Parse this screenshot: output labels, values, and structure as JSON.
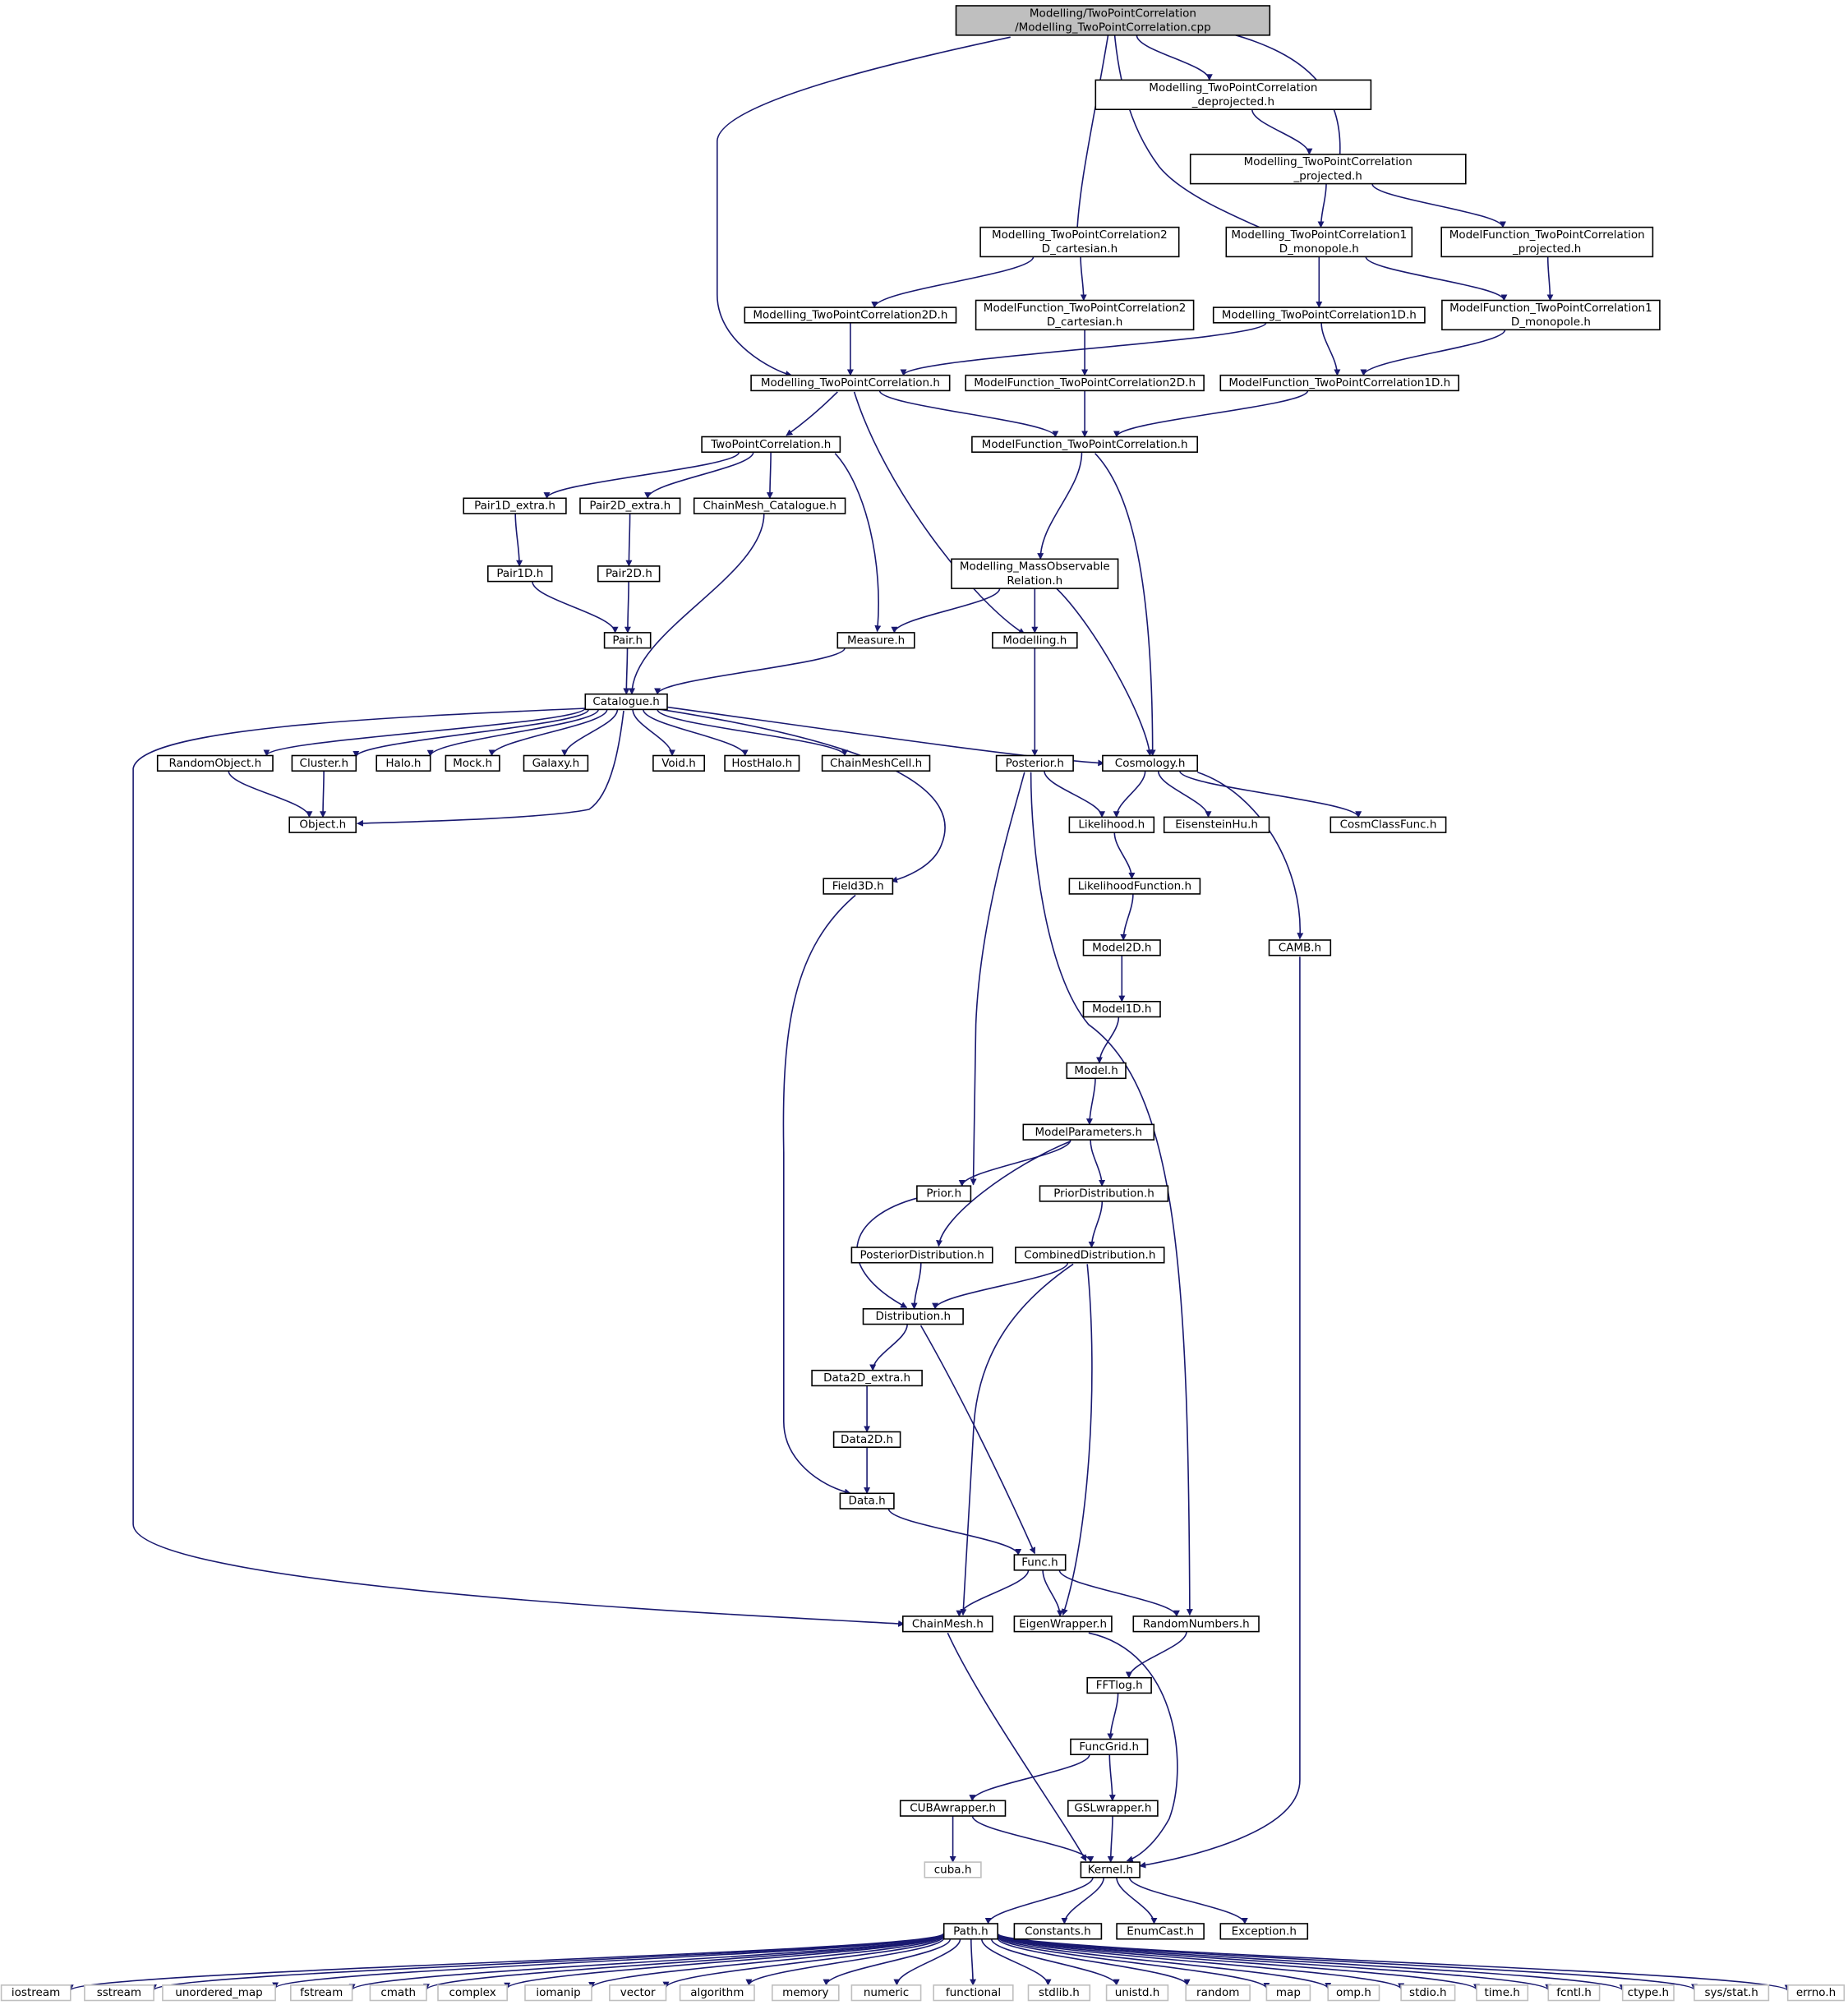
{
  "colors": {
    "edge": "#191970",
    "node_border": "#000000",
    "node_fill": "#ffffff",
    "root_fill": "#bfbfbf",
    "external_border": "#bfbfbf"
  },
  "nodes": {
    "root": {
      "lines": [
        "Modelling/TwoPointCorrelation",
        "/Modelling_TwoPointCorrelation.cpp"
      ],
      "kind": "root"
    },
    "mtpc_deproj": {
      "lines": [
        "Modelling_TwoPointCorrelation",
        "_deprojected.h"
      ]
    },
    "mtpc_proj": {
      "lines": [
        "Modelling_TwoPointCorrelation",
        "_projected.h"
      ]
    },
    "mtpc2d_cart": {
      "lines": [
        "Modelling_TwoPointCorrelation2",
        "D_cartesian.h"
      ]
    },
    "mtpc1d_mono": {
      "lines": [
        "Modelling_TwoPointCorrelation1",
        "D_monopole.h"
      ]
    },
    "mf_proj": {
      "lines": [
        "ModelFunction_TwoPointCorrelation",
        "_projected.h"
      ]
    },
    "mtpc2d": {
      "lines": [
        "Modelling_TwoPointCorrelation2D.h"
      ]
    },
    "mf2d_cart": {
      "lines": [
        "ModelFunction_TwoPointCorrelation2",
        "D_cartesian.h"
      ]
    },
    "mtpc1d": {
      "lines": [
        "Modelling_TwoPointCorrelation1D.h"
      ]
    },
    "mf1d_mono": {
      "lines": [
        "ModelFunction_TwoPointCorrelation1",
        "D_monopole.h"
      ]
    },
    "mtpc": {
      "lines": [
        "Modelling_TwoPointCorrelation.h"
      ]
    },
    "mf2d": {
      "lines": [
        "ModelFunction_TwoPointCorrelation2D.h"
      ]
    },
    "mf1d": {
      "lines": [
        "ModelFunction_TwoPointCorrelation1D.h"
      ]
    },
    "tpc": {
      "lines": [
        "TwoPointCorrelation.h"
      ]
    },
    "mf": {
      "lines": [
        "ModelFunction_TwoPointCorrelation.h"
      ]
    },
    "pair1dx": {
      "lines": [
        "Pair1D_extra.h"
      ]
    },
    "pair2dx": {
      "lines": [
        "Pair2D_extra.h"
      ]
    },
    "cmcat": {
      "lines": [
        "ChainMesh_Catalogue.h"
      ]
    },
    "mmor": {
      "lines": [
        "Modelling_MassObservable",
        "Relation.h"
      ]
    },
    "pair1d": {
      "lines": [
        "Pair1D.h"
      ]
    },
    "pair2d": {
      "lines": [
        "Pair2D.h"
      ]
    },
    "pair": {
      "lines": [
        "Pair.h"
      ]
    },
    "measure": {
      "lines": [
        "Measure.h"
      ]
    },
    "modelling": {
      "lines": [
        "Modelling.h"
      ]
    },
    "catalogue": {
      "lines": [
        "Catalogue.h"
      ]
    },
    "randobj": {
      "lines": [
        "RandomObject.h"
      ]
    },
    "cluster": {
      "lines": [
        "Cluster.h"
      ]
    },
    "halo": {
      "lines": [
        "Halo.h"
      ]
    },
    "mock": {
      "lines": [
        "Mock.h"
      ]
    },
    "galaxy": {
      "lines": [
        "Galaxy.h"
      ]
    },
    "void": {
      "lines": [
        "Void.h"
      ]
    },
    "hosthalo": {
      "lines": [
        "HostHalo.h"
      ]
    },
    "cmcell": {
      "lines": [
        "ChainMeshCell.h"
      ]
    },
    "posterior": {
      "lines": [
        "Posterior.h"
      ]
    },
    "cosmology": {
      "lines": [
        "Cosmology.h"
      ]
    },
    "object": {
      "lines": [
        "Object.h"
      ]
    },
    "likelihood": {
      "lines": [
        "Likelihood.h"
      ]
    },
    "eisenstein": {
      "lines": [
        "EisensteinHu.h"
      ]
    },
    "cosmclass": {
      "lines": [
        "CosmClassFunc.h"
      ]
    },
    "field3d": {
      "lines": [
        "Field3D.h"
      ]
    },
    "likefunc": {
      "lines": [
        "LikelihoodFunction.h"
      ]
    },
    "model2d": {
      "lines": [
        "Model2D.h"
      ]
    },
    "camb": {
      "lines": [
        "CAMB.h"
      ]
    },
    "model1d": {
      "lines": [
        "Model1D.h"
      ]
    },
    "model": {
      "lines": [
        "Model.h"
      ]
    },
    "modelparams": {
      "lines": [
        "ModelParameters.h"
      ]
    },
    "prior": {
      "lines": [
        "Prior.h"
      ]
    },
    "priordist": {
      "lines": [
        "PriorDistribution.h"
      ]
    },
    "postdist": {
      "lines": [
        "PosteriorDistribution.h"
      ]
    },
    "combdist": {
      "lines": [
        "CombinedDistribution.h"
      ]
    },
    "distribution": {
      "lines": [
        "Distribution.h"
      ]
    },
    "data2dx": {
      "lines": [
        "Data2D_extra.h"
      ]
    },
    "data2d": {
      "lines": [
        "Data2D.h"
      ]
    },
    "data": {
      "lines": [
        "Data.h"
      ]
    },
    "func": {
      "lines": [
        "Func.h"
      ]
    },
    "chainmesh": {
      "lines": [
        "ChainMesh.h"
      ]
    },
    "eigen": {
      "lines": [
        "EigenWrapper.h"
      ]
    },
    "randnum": {
      "lines": [
        "RandomNumbers.h"
      ]
    },
    "fftlog": {
      "lines": [
        "FFTlog.h"
      ]
    },
    "funcgrid": {
      "lines": [
        "FuncGrid.h"
      ]
    },
    "cuba_w": {
      "lines": [
        "CUBAwrapper.h"
      ]
    },
    "gsl_w": {
      "lines": [
        "GSLwrapper.h"
      ]
    },
    "cuba": {
      "lines": [
        "cuba.h"
      ],
      "kind": "external"
    },
    "kernel": {
      "lines": [
        "Kernel.h"
      ]
    },
    "path": {
      "lines": [
        "Path.h"
      ]
    },
    "constants": {
      "lines": [
        "Constants.h"
      ]
    },
    "enumcast": {
      "lines": [
        "EnumCast.h"
      ]
    },
    "exception": {
      "lines": [
        "Exception.h"
      ]
    },
    "iostream": {
      "lines": [
        "iostream"
      ],
      "kind": "external"
    },
    "sstream": {
      "lines": [
        "sstream"
      ],
      "kind": "external"
    },
    "unordered_map": {
      "lines": [
        "unordered_map"
      ],
      "kind": "external"
    },
    "fstream": {
      "lines": [
        "fstream"
      ],
      "kind": "external"
    },
    "cmath": {
      "lines": [
        "cmath"
      ],
      "kind": "external"
    },
    "complex": {
      "lines": [
        "complex"
      ],
      "kind": "external"
    },
    "iomanip": {
      "lines": [
        "iomanip"
      ],
      "kind": "external"
    },
    "vector": {
      "lines": [
        "vector"
      ],
      "kind": "external"
    },
    "algorithm": {
      "lines": [
        "algorithm"
      ],
      "kind": "external"
    },
    "memory": {
      "lines": [
        "memory"
      ],
      "kind": "external"
    },
    "numeric": {
      "lines": [
        "numeric"
      ],
      "kind": "external"
    },
    "functional": {
      "lines": [
        "functional"
      ],
      "kind": "external"
    },
    "stdlib": {
      "lines": [
        "stdlib.h"
      ],
      "kind": "external"
    },
    "unistd": {
      "lines": [
        "unistd.h"
      ],
      "kind": "external"
    },
    "random": {
      "lines": [
        "random"
      ],
      "kind": "external"
    },
    "map": {
      "lines": [
        "map"
      ],
      "kind": "external"
    },
    "omp": {
      "lines": [
        "omp.h"
      ],
      "kind": "external"
    },
    "stdio": {
      "lines": [
        "stdio.h"
      ],
      "kind": "external"
    },
    "time": {
      "lines": [
        "time.h"
      ],
      "kind": "external"
    },
    "fcntl": {
      "lines": [
        "fcntl.h"
      ],
      "kind": "external"
    },
    "ctype": {
      "lines": [
        "ctype.h"
      ],
      "kind": "external"
    },
    "sysstat": {
      "lines": [
        "sys/stat.h"
      ],
      "kind": "external"
    },
    "errno": {
      "lines": [
        "errno.h"
      ],
      "kind": "external"
    }
  },
  "edges": [
    [
      "root",
      "mtpc_deproj"
    ],
    [
      "root",
      "mtpc_proj"
    ],
    [
      "root",
      "mtpc2d_cart"
    ],
    [
      "root",
      "mtpc1d_mono"
    ],
    [
      "root",
      "mtpc"
    ],
    [
      "mtpc_deproj",
      "mtpc_proj"
    ],
    [
      "mtpc_proj",
      "mtpc1d_mono"
    ],
    [
      "mtpc_proj",
      "mf_proj"
    ],
    [
      "mtpc2d_cart",
      "mtpc2d"
    ],
    [
      "mtpc2d_cart",
      "mf2d_cart"
    ],
    [
      "mtpc1d_mono",
      "mtpc1d"
    ],
    [
      "mtpc1d_mono",
      "mf1d_mono"
    ],
    [
      "mf_proj",
      "mf1d_mono"
    ],
    [
      "mtpc2d",
      "mtpc"
    ],
    [
      "mf2d_cart",
      "mf2d"
    ],
    [
      "mtpc1d",
      "mtpc"
    ],
    [
      "mtpc1d",
      "mf1d"
    ],
    [
      "mf1d_mono",
      "mf1d"
    ],
    [
      "mtpc",
      "tpc"
    ],
    [
      "mtpc",
      "mf"
    ],
    [
      "mtpc",
      "modelling"
    ],
    [
      "mf2d",
      "mf"
    ],
    [
      "mf1d",
      "mf"
    ],
    [
      "tpc",
      "pair1dx"
    ],
    [
      "tpc",
      "pair2dx"
    ],
    [
      "tpc",
      "cmcat"
    ],
    [
      "tpc",
      "measure"
    ],
    [
      "mf",
      "mmor"
    ],
    [
      "mf",
      "cosmology"
    ],
    [
      "pair1dx",
      "pair1d"
    ],
    [
      "pair2dx",
      "pair2d"
    ],
    [
      "cmcat",
      "catalogue"
    ],
    [
      "mmor",
      "measure"
    ],
    [
      "mmor",
      "modelling"
    ],
    [
      "mmor",
      "cosmology"
    ],
    [
      "pair1d",
      "pair"
    ],
    [
      "pair2d",
      "pair"
    ],
    [
      "pair",
      "catalogue"
    ],
    [
      "measure",
      "catalogue"
    ],
    [
      "modelling",
      "posterior"
    ],
    [
      "catalogue",
      "randobj"
    ],
    [
      "catalogue",
      "cluster"
    ],
    [
      "catalogue",
      "halo"
    ],
    [
      "catalogue",
      "mock"
    ],
    [
      "catalogue",
      "galaxy"
    ],
    [
      "catalogue",
      "void"
    ],
    [
      "catalogue",
      "hosthalo"
    ],
    [
      "catalogue",
      "cmcell"
    ],
    [
      "catalogue",
      "cosmology"
    ],
    [
      "catalogue",
      "object"
    ],
    [
      "catalogue",
      "field3d"
    ],
    [
      "catalogue",
      "chainmesh"
    ],
    [
      "randobj",
      "object"
    ],
    [
      "cluster",
      "object"
    ],
    [
      "posterior",
      "likelihood"
    ],
    [
      "posterior",
      "prior"
    ],
    [
      "posterior",
      "randnum"
    ],
    [
      "cosmology",
      "likelihood"
    ],
    [
      "cosmology",
      "eisenstein"
    ],
    [
      "cosmology",
      "cosmclass"
    ],
    [
      "cosmology",
      "camb"
    ],
    [
      "likelihood",
      "likefunc"
    ],
    [
      "likefunc",
      "model2d"
    ],
    [
      "model2d",
      "model1d"
    ],
    [
      "model1d",
      "model"
    ],
    [
      "model",
      "modelparams"
    ],
    [
      "modelparams",
      "prior"
    ],
    [
      "modelparams",
      "priordist"
    ],
    [
      "modelparams",
      "postdist"
    ],
    [
      "priordist",
      "combdist"
    ],
    [
      "prior",
      "distribution"
    ],
    [
      "postdist",
      "distribution"
    ],
    [
      "combdist",
      "distribution"
    ],
    [
      "combdist",
      "chainmesh"
    ],
    [
      "combdist",
      "eigen"
    ],
    [
      "distribution",
      "data2dx"
    ],
    [
      "distribution",
      "func"
    ],
    [
      "data2dx",
      "data2d"
    ],
    [
      "data2d",
      "data"
    ],
    [
      "field3d",
      "data"
    ],
    [
      "data",
      "func"
    ],
    [
      "func",
      "chainmesh"
    ],
    [
      "func",
      "eigen"
    ],
    [
      "func",
      "randnum"
    ],
    [
      "randnum",
      "fftlog"
    ],
    [
      "fftlog",
      "funcgrid"
    ],
    [
      "funcgrid",
      "cuba_w"
    ],
    [
      "funcgrid",
      "gsl_w"
    ],
    [
      "cuba_w",
      "cuba"
    ],
    [
      "cuba_w",
      "kernel"
    ],
    [
      "gsl_w",
      "kernel"
    ],
    [
      "chainmesh",
      "kernel"
    ],
    [
      "eigen",
      "kernel"
    ],
    [
      "camb",
      "kernel"
    ],
    [
      "kernel",
      "path"
    ],
    [
      "kernel",
      "constants"
    ],
    [
      "kernel",
      "enumcast"
    ],
    [
      "kernel",
      "exception"
    ],
    [
      "path",
      "iostream"
    ],
    [
      "path",
      "sstream"
    ],
    [
      "path",
      "unordered_map"
    ],
    [
      "path",
      "fstream"
    ],
    [
      "path",
      "cmath"
    ],
    [
      "path",
      "complex"
    ],
    [
      "path",
      "iomanip"
    ],
    [
      "path",
      "vector"
    ],
    [
      "path",
      "algorithm"
    ],
    [
      "path",
      "memory"
    ],
    [
      "path",
      "numeric"
    ],
    [
      "path",
      "functional"
    ],
    [
      "path",
      "stdlib"
    ],
    [
      "path",
      "unistd"
    ],
    [
      "path",
      "random"
    ],
    [
      "path",
      "map"
    ],
    [
      "path",
      "omp"
    ],
    [
      "path",
      "stdio"
    ],
    [
      "path",
      "time"
    ],
    [
      "path",
      "fcntl"
    ],
    [
      "path",
      "ctype"
    ],
    [
      "path",
      "sysstat"
    ],
    [
      "path",
      "errno"
    ]
  ]
}
